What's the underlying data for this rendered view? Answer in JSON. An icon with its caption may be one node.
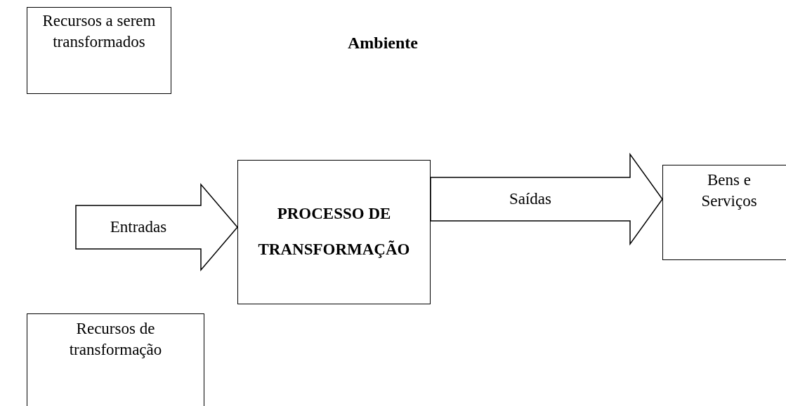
{
  "diagram": {
    "nodes": [
      {
        "text": [
          "Recursos a serem transformados"
        ]
      },
      {
        "text": [
          "Recursos de transformação"
        ]
      },
      {
        "text": [
          "PROCESSO DE TRANSFORMAÇÃO"
        ]
      },
      {
        "text": [
          "Bens e Serviços"
        ]
      }
    ],
    "edges": [
      {
        "from": null,
        "to": 2,
        "arrow": "to",
        "label": "Entradas"
      },
      {
        "from": 2,
        "to": 3,
        "arrow": "to",
        "label": "Saídas"
      }
    ],
    "labels": [
      "Ambiente"
    ]
  }
}
